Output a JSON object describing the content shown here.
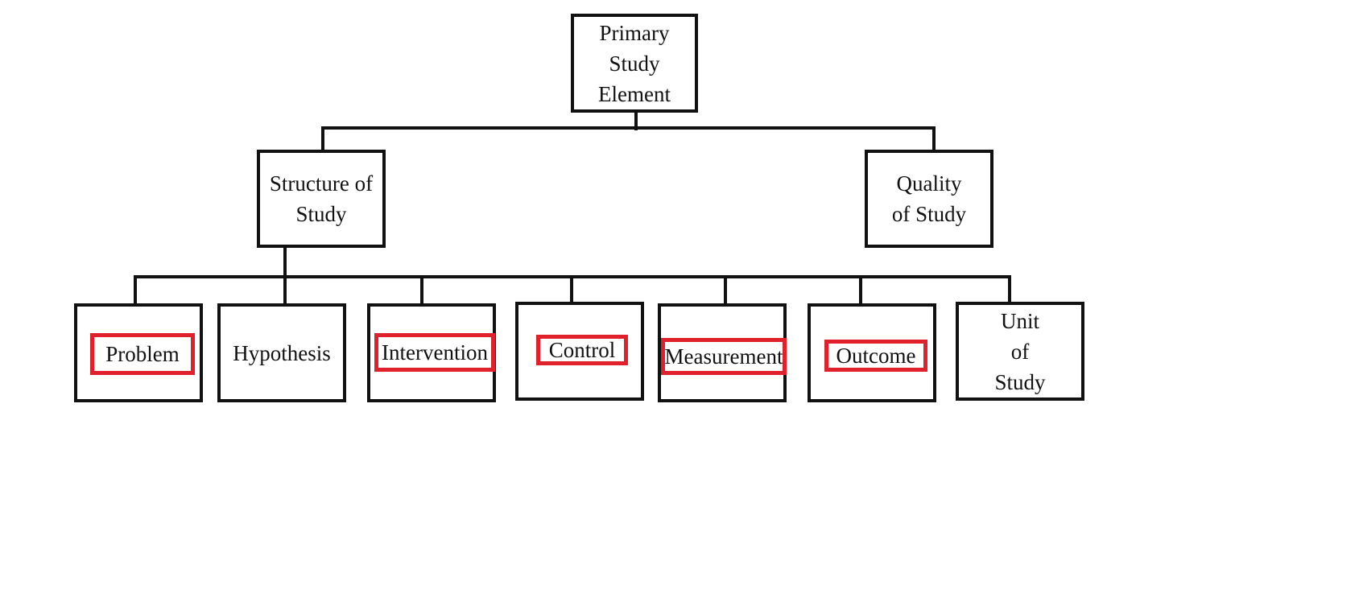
{
  "root": {
    "label": "Primary\nStudy\nElement"
  },
  "level2": [
    {
      "id": "structure",
      "label": "Structure of\nStudy"
    },
    {
      "id": "quality",
      "label": "Quality\nof Study"
    }
  ],
  "level3": [
    {
      "id": "problem",
      "label": "Problem",
      "highlighted": true
    },
    {
      "id": "hypothesis",
      "label": "Hypothesis",
      "highlighted": false
    },
    {
      "id": "intervention",
      "label": "Intervention",
      "highlighted": true
    },
    {
      "id": "control",
      "label": "Control",
      "highlighted": true
    },
    {
      "id": "measurement",
      "label": "Measurement",
      "highlighted": true
    },
    {
      "id": "outcome",
      "label": "Outcome",
      "highlighted": true
    },
    {
      "id": "unit",
      "label": "Unit\nof\nStudy",
      "highlighted": false
    }
  ],
  "colors": {
    "line": "#111111",
    "highlight": "#e0202a",
    "background": "#ffffff"
  }
}
